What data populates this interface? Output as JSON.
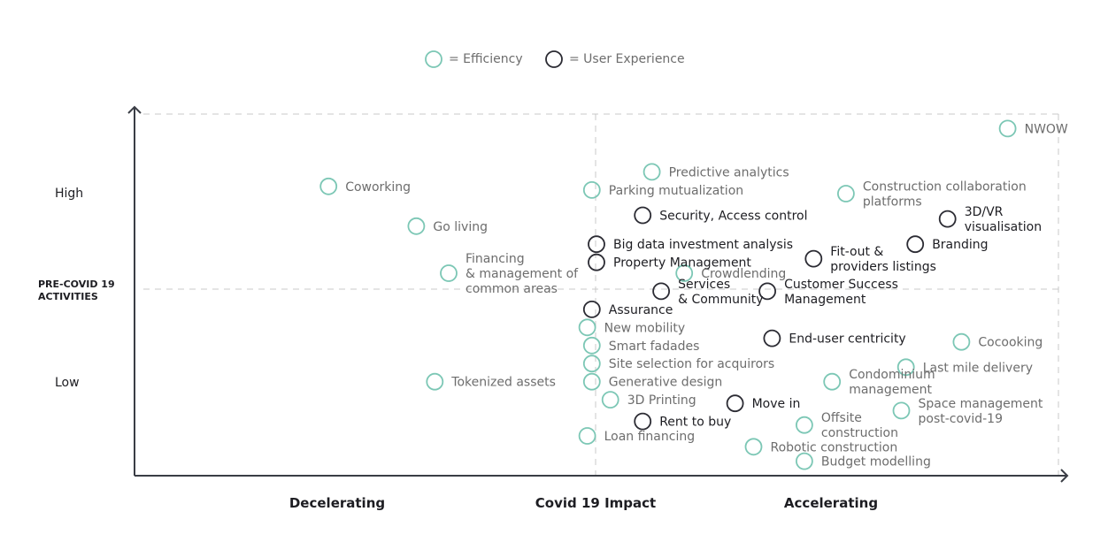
{
  "colors": {
    "efficiency": "#7cc7b5",
    "user_experience": "#2b2b33",
    "efficiency_text": "#6d6d6d",
    "user_experience_text": "#1d1d22",
    "axis": "#3a3d45",
    "grid": "#c9c9c9"
  },
  "legend": {
    "efficiency_label": "= Efficiency",
    "user_experience_label": "= User Experience"
  },
  "chart_data": {
    "type": "scatter",
    "title": "",
    "xlabel": "",
    "ylabel": "",
    "x_categories": [
      "Decelerating",
      "Covid 19 Impact",
      "Accelerating"
    ],
    "y_levels": {
      "high": "High",
      "mid": [
        "PRE-COVID 19",
        "ACTIVITIES"
      ],
      "low": "Low"
    },
    "xlim": [
      -10,
      10
    ],
    "ylim": [
      0,
      10
    ],
    "grid": true,
    "legend_position": "top",
    "series": [
      {
        "name": "Efficiency",
        "points": [
          {
            "label": [
              "NWOW"
            ],
            "x": 8.9,
            "y": 9.6
          },
          {
            "label": [
              "Predictive analytics"
            ],
            "x": 1.2,
            "y": 8.4
          },
          {
            "label": [
              "Coworking"
            ],
            "x": -5.8,
            "y": 8.0
          },
          {
            "label": [
              "Parking mutualization"
            ],
            "x": -0.1,
            "y": 7.9
          },
          {
            "label": [
              "Construction collaboration",
              "platforms"
            ],
            "x": 5.4,
            "y": 7.8
          },
          {
            "label": [
              "Go living"
            ],
            "x": -3.9,
            "y": 6.9
          },
          {
            "label": [
              "Financing",
              "& management of",
              "common areas"
            ],
            "x": -3.2,
            "y": 5.6
          },
          {
            "label": [
              "Crowdlending"
            ],
            "x": 1.9,
            "y": 5.6
          },
          {
            "label": [
              "New mobility"
            ],
            "x": -0.2,
            "y": 4.1
          },
          {
            "label": [
              "Cocooking"
            ],
            "x": 7.9,
            "y": 3.7
          },
          {
            "label": [
              "Smart fadades"
            ],
            "x": -0.1,
            "y": 3.6
          },
          {
            "label": [
              "Site selection for acquirors"
            ],
            "x": -0.1,
            "y": 3.1
          },
          {
            "label": [
              "Last mile delivery"
            ],
            "x": 6.7,
            "y": 3.0
          },
          {
            "label": [
              "Tokenized assets"
            ],
            "x": -3.5,
            "y": 2.6
          },
          {
            "label": [
              "Generative design"
            ],
            "x": -0.1,
            "y": 2.6
          },
          {
            "label": [
              "Condominium",
              "management"
            ],
            "x": 5.1,
            "y": 2.6
          },
          {
            "label": [
              "3D Printing"
            ],
            "x": 0.3,
            "y": 2.1
          },
          {
            "label": [
              "Space management",
              "post-covid-19"
            ],
            "x": 6.6,
            "y": 1.8
          },
          {
            "label": [
              "Offsite",
              "construction"
            ],
            "x": 4.5,
            "y": 1.4
          },
          {
            "label": [
              "Loan financing"
            ],
            "x": -0.2,
            "y": 1.1
          },
          {
            "label": [
              "Robotic construction"
            ],
            "x": 3.4,
            "y": 0.8
          },
          {
            "label": [
              "Budget modelling"
            ],
            "x": 4.5,
            "y": 0.4
          }
        ]
      },
      {
        "name": "User Experience",
        "points": [
          {
            "label": [
              "Security, Access control"
            ],
            "x": 1.0,
            "y": 7.2
          },
          {
            "label": [
              "3D/VR",
              "visualisation"
            ],
            "x": 7.6,
            "y": 7.1
          },
          {
            "label": [
              "Big data investment analysis"
            ],
            "x": 0.0,
            "y": 6.4
          },
          {
            "label": [
              "Branding"
            ],
            "x": 6.9,
            "y": 6.4
          },
          {
            "label": [
              "Fit-out &",
              "providers listings"
            ],
            "x": 4.7,
            "y": 6.0
          },
          {
            "label": [
              "Property Management"
            ],
            "x": 0.0,
            "y": 5.9
          },
          {
            "label": [
              "Services",
              "& Community"
            ],
            "x": 1.4,
            "y": 5.1
          },
          {
            "label": [
              "Customer Success",
              "Management"
            ],
            "x": 3.7,
            "y": 5.1
          },
          {
            "label": [
              "Assurance"
            ],
            "x": -0.1,
            "y": 4.6
          },
          {
            "label": [
              "End-user centricity"
            ],
            "x": 3.8,
            "y": 3.8
          },
          {
            "label": [
              "Move in"
            ],
            "x": 3.0,
            "y": 2.0
          },
          {
            "label": [
              "Rent to buy"
            ],
            "x": 1.0,
            "y": 1.5
          }
        ]
      }
    ]
  }
}
